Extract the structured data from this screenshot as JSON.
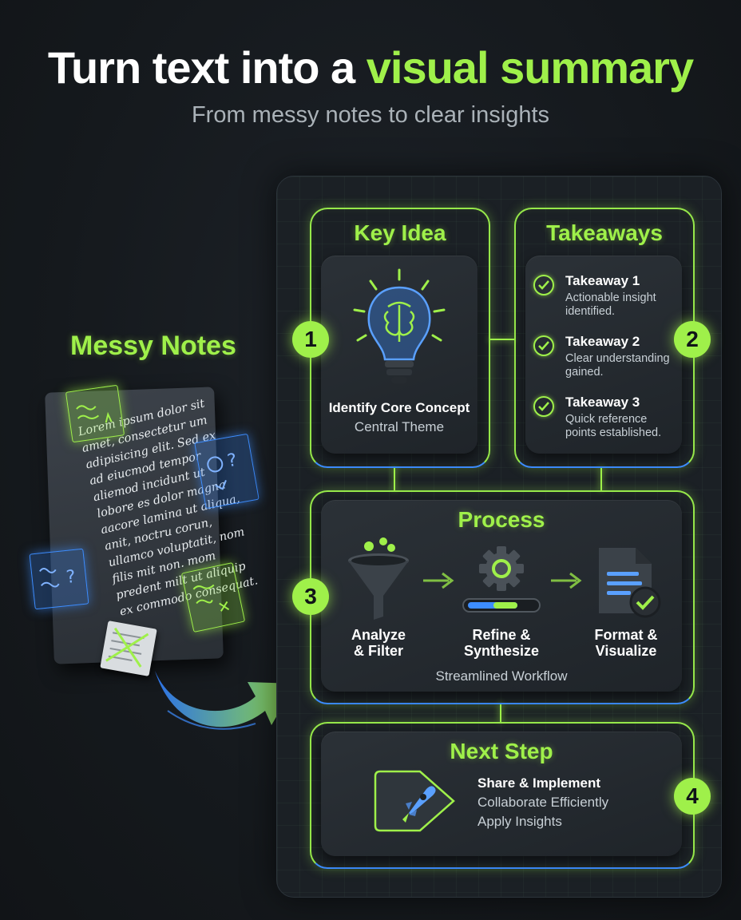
{
  "header": {
    "title_plain": "Turn text into a ",
    "title_accent": "visual summary",
    "subtitle": "From messy notes to clear insights"
  },
  "messy_notes": {
    "title": "Messy Notes",
    "scribble_text": "Lorem ipsum dolor sit amet, consectetur um adipisicing elit. Sed ex ad eiucmod tempor aliemod incidunt ut lobore es dolor magna aacore lamina ut aliqua, anit, noctru corun, ullamco voluptatit, nom filis mit non. mom predent milt ut aliquip ex commodo consequat."
  },
  "key_idea": {
    "heading": "Key Idea",
    "badge": "1",
    "title": "Identify Core Concept",
    "subtitle": "Central Theme"
  },
  "takeaways": {
    "heading": "Takeaways",
    "badge": "2",
    "items": [
      {
        "title": "Takeaway 1",
        "desc": "Actionable insight identified."
      },
      {
        "title": "Takeaway 2",
        "desc": "Clear understanding gained."
      },
      {
        "title": "Takeaway 3",
        "desc": "Quick reference points established."
      }
    ]
  },
  "process": {
    "heading": "Process",
    "badge": "3",
    "steps": [
      {
        "label_line1": "Analyze",
        "label_line2": "& Filter"
      },
      {
        "label_line1": "Refine &",
        "label_line2": "Synthesize"
      },
      {
        "label_line1": "Format &",
        "label_line2": "Visualize"
      }
    ],
    "footer": "Streamlined Workflow"
  },
  "next_step": {
    "heading": "Next Step",
    "badge": "4",
    "title": "Share & Implement",
    "line1": "Collaborate Efficiently",
    "line2": "Apply Insights"
  },
  "colors": {
    "accent_green": "#9ff04a",
    "accent_blue": "#3d8dff",
    "background": "#15191d"
  }
}
